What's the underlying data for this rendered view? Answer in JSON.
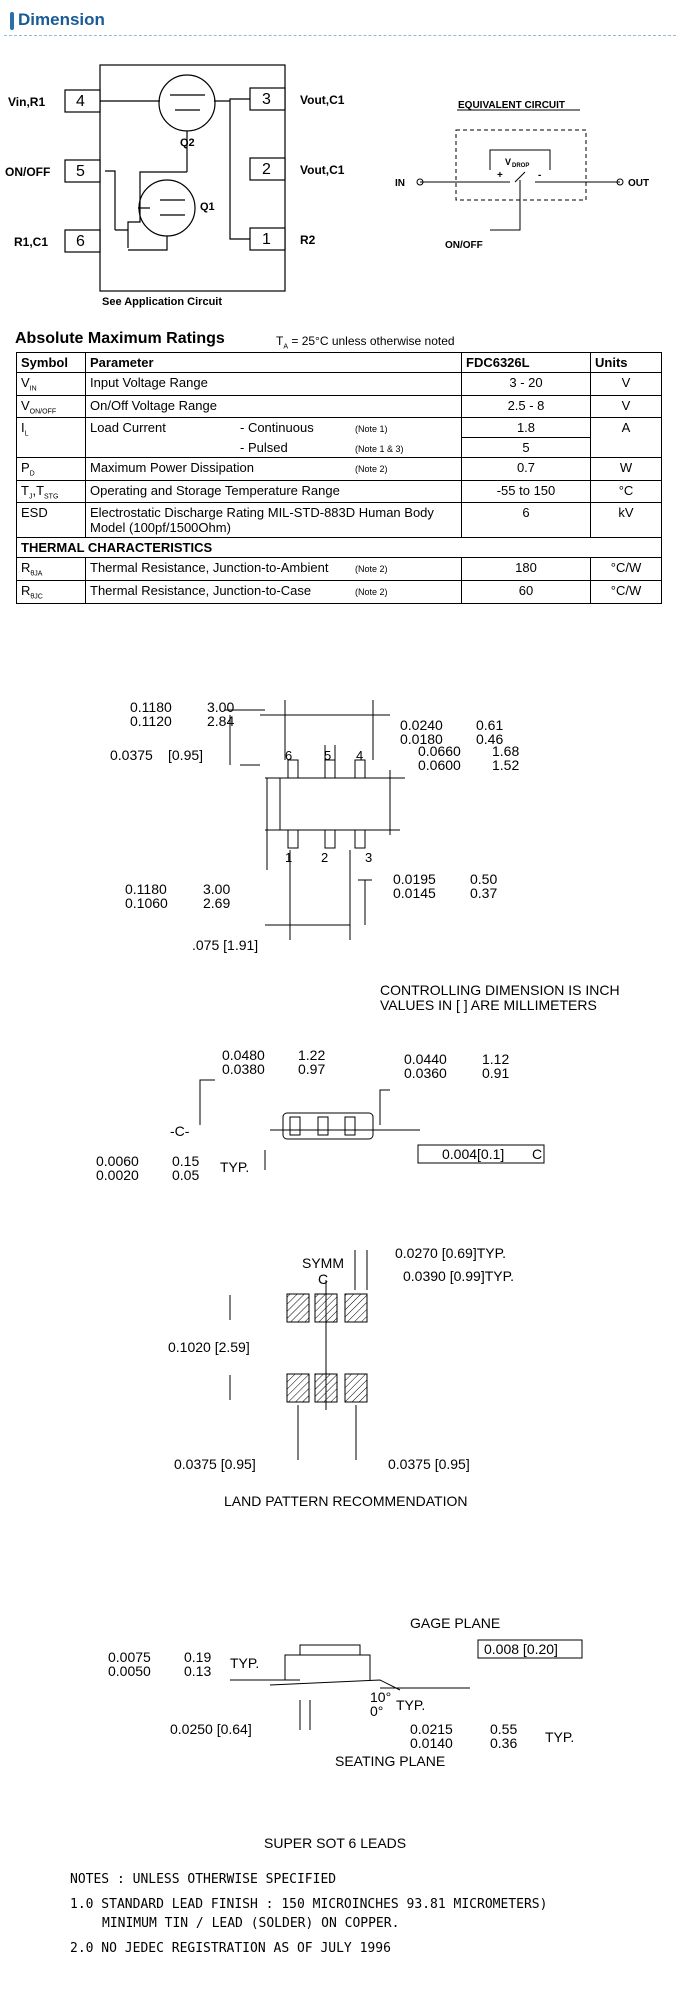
{
  "header": {
    "title": "Dimension"
  },
  "pinout": {
    "left_pins": [
      {
        "label": "Vin,R1",
        "num": "4"
      },
      {
        "label": "ON/OFF",
        "num": "5"
      },
      {
        "label": "R1,C1",
        "num": "6"
      }
    ],
    "right_pins": [
      {
        "num": "3",
        "label": "Vout,C1"
      },
      {
        "num": "2",
        "label": "Vout,C1"
      },
      {
        "num": "1",
        "label": "R2"
      }
    ],
    "q2": "Q2",
    "q1": "Q1",
    "caption": "See Application Circuit"
  },
  "equivalent": {
    "title": "EQUIVALENT CIRCUIT",
    "in": "IN",
    "out": "OUT",
    "onoff": "ON/OFF",
    "vdrop": "V",
    "vdrop_sub": "DROP",
    "plus": "+",
    "minus": "-"
  },
  "ratings": {
    "title": "Absolute Maximum Ratings",
    "condition_ta": "T",
    "condition_sub": "A",
    "condition_rest": " = 25°C unless otherwise noted",
    "headers": {
      "symbol": "Symbol",
      "parameter": "Parameter",
      "part": "FDC6326L",
      "units": "Units"
    },
    "rows": {
      "vin": {
        "sym": "V",
        "sub": "IN",
        "param": "Input Voltage Range",
        "value": "3 - 20",
        "unit": "V"
      },
      "vonoff": {
        "sym": "V",
        "sub": "ON/OFF",
        "param": "On/Off Voltage Range",
        "value": "2.5 - 8",
        "unit": "V"
      },
      "il": {
        "sym": "I",
        "sub": "L",
        "param": "Load Current",
        "cont": "- Continuous",
        "cont_note": "(Note 1)",
        "cont_value": "1.8",
        "pulsed": "- Pulsed",
        "pulsed_note": "(Note 1 & 3)",
        "pulsed_value": "5",
        "unit": "A"
      },
      "pd": {
        "sym": "P",
        "sub": "D",
        "param": "Maximum Power Dissipation",
        "note": "(Note 2)",
        "value": "0.7",
        "unit": "W"
      },
      "tj": {
        "sym1": "T",
        "sub1": "J",
        "sep": ",T",
        "sub2": "STG",
        "param": "Operating and Storage Temperature Range",
        "value": "-55 to 150",
        "unit": "°C"
      },
      "esd": {
        "sym": "ESD",
        "param": "Electrostatic Discharge Rating MIL-STD-883D Human Body Model (100pf/1500Ohm)",
        "value": "6",
        "unit": "kV"
      }
    },
    "thermal_title": "THERMAL CHARACTERISTICS",
    "thermal": {
      "rja": {
        "sym": "R",
        "sub": "θJA",
        "param": "Thermal Resistance, Junction-to-Ambient",
        "note": "(Note 2)",
        "value": "180",
        "unit": "°C/W"
      },
      "rjc": {
        "sym": "R",
        "sub": "θJC",
        "param": "Thermal Resistance, Junction-to-Case",
        "note": "(Note 2)",
        "value": "60",
        "unit": "°C/W"
      }
    }
  },
  "top_view": {
    "w_in": "0.1180",
    "w_in2": "0.1120",
    "w_mm": "3.00",
    "w_mm2": "2.84",
    "pitch_in": "0.0375",
    "pitch_mm": "[0.95]",
    "lead_in": "0.0240",
    "lead_in2": "0.0180",
    "lead_mm": "0.61",
    "lead_mm2": "0.46",
    "body_in": "0.0660",
    "body_in2": "0.0600",
    "body_mm": "1.68",
    "body_mm2": "1.52",
    "len_in": "0.1180",
    "len_in2": "0.1060",
    "len_mm": "3.00",
    "len_mm2": "2.69",
    "foot_in": "0.0195",
    "foot_in2": "0.0145",
    "foot_mm": "0.50",
    "foot_mm2": "0.37",
    "span": ".075 [1.91]",
    "pins_top": [
      "6",
      "5",
      "4"
    ],
    "pins_bottom": [
      "1",
      "2",
      "3"
    ],
    "control1": "CONTROLLING DIMENSION IS INCH",
    "control2": "VALUES IN [ ] ARE MILLIMETERS"
  },
  "side_view": {
    "h_in": "0.0480",
    "h_in2": "0.0380",
    "h_mm": "1.22",
    "h_mm2": "0.97",
    "s_in": "0.0440",
    "s_in2": "0.0360",
    "s_mm": "1.12",
    "s_mm2": "0.91",
    "datum": "-C-",
    "stand_in": "0.0060",
    "stand_in2": "0.0020",
    "stand_mm": "0.15",
    "stand_mm2": "0.05",
    "typ": "TYP.",
    "flat": "0.004[0.1]",
    "flat_ref": "C"
  },
  "land": {
    "symm": "SYMM",
    "cl": "C",
    "pad_w": "0.0270 [0.69]TYP.",
    "pad_h": "0.0390 [0.99]TYP.",
    "row_gap": "0.1020 [2.59]",
    "pitch_l": "0.0375 [0.95]",
    "pitch_r": "0.0375 [0.95]",
    "title": "LAND PATTERN RECOMMENDATION"
  },
  "lead_detail": {
    "gage": "GAGE PLANE",
    "gage_dim": "0.008 [0.20]",
    "t_in": "0.0075",
    "t_in2": "0.0050",
    "t_mm": "0.19",
    "t_mm2": "0.13",
    "typ": "TYP.",
    "angle1": "10°",
    "angle2": "0°",
    "angle_typ": "TYP.",
    "l_dim": "0.0250 [0.64]",
    "f_in": "0.0215",
    "f_in2": "0.0140",
    "f_mm": "0.55",
    "f_mm2": "0.36",
    "f_typ": "TYP.",
    "seating": "SEATING PLANE"
  },
  "package": "SUPER SOT 6 LEADS",
  "notes": {
    "head": "NOTES : UNLESS OTHERWISE SPECIFIED",
    "n1a": "1.0 STANDARD LEAD FINISH : 150 MICROINCHES 93.81 MICROMETERS)",
    "n1b": "MINIMUM TIN / LEAD (SOLDER) ON COPPER.",
    "n2": "2.0 NO JEDEC REGISTRATION AS OF JULY 1996"
  }
}
